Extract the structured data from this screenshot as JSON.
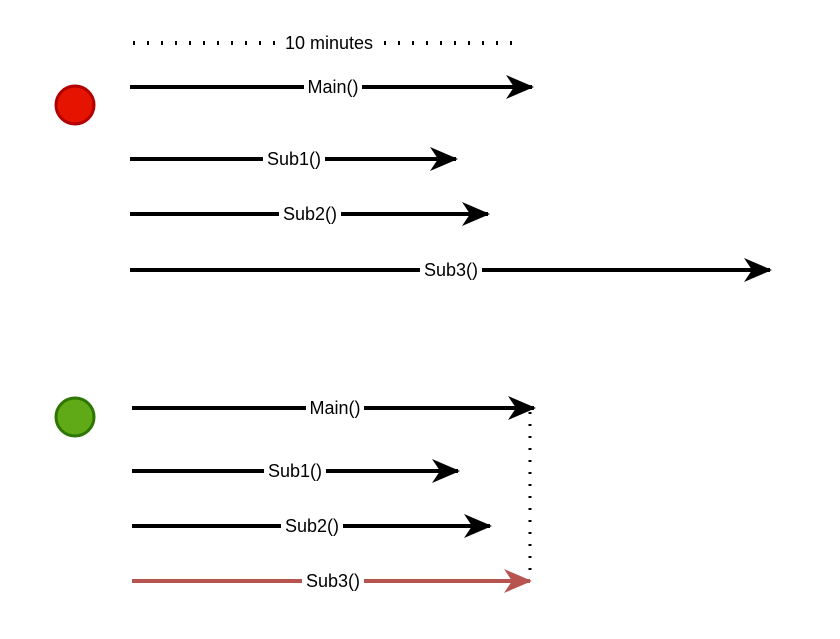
{
  "timeline_label": "10 minutes",
  "colors": {
    "stroke": "#000000",
    "highlight": "#b85450",
    "red_dot_fill": "#e51400",
    "red_dot_stroke": "#b20000",
    "green_dot_fill": "#60a917",
    "green_dot_stroke": "#2d7600"
  },
  "scenarios": [
    {
      "status": "red",
      "arrows": [
        {
          "label": "Main()"
        },
        {
          "label": "Sub1()"
        },
        {
          "label": "Sub2()"
        },
        {
          "label": "Sub3()"
        }
      ]
    },
    {
      "status": "green",
      "arrows": [
        {
          "label": "Main()"
        },
        {
          "label": "Sub1()"
        },
        {
          "label": "Sub2()"
        },
        {
          "label": "Sub3()",
          "highlight": true
        }
      ]
    }
  ]
}
